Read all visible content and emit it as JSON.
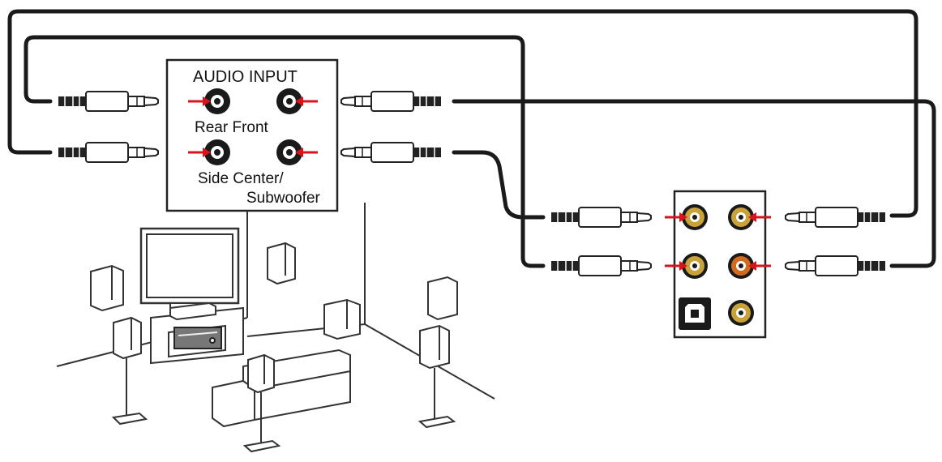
{
  "panel": {
    "title": "AUDIO INPUT",
    "row1_label": "Rear Front",
    "row2_label_line1": "Side Center/",
    "row2_label_line2": "Subwoofer"
  },
  "colors": {
    "cable": "#1a1a1a",
    "signal_arrow": "#d7141c",
    "jack_gold": "#c9a23a",
    "jack_orange": "#d46a1e",
    "line_art": "#333333"
  }
}
